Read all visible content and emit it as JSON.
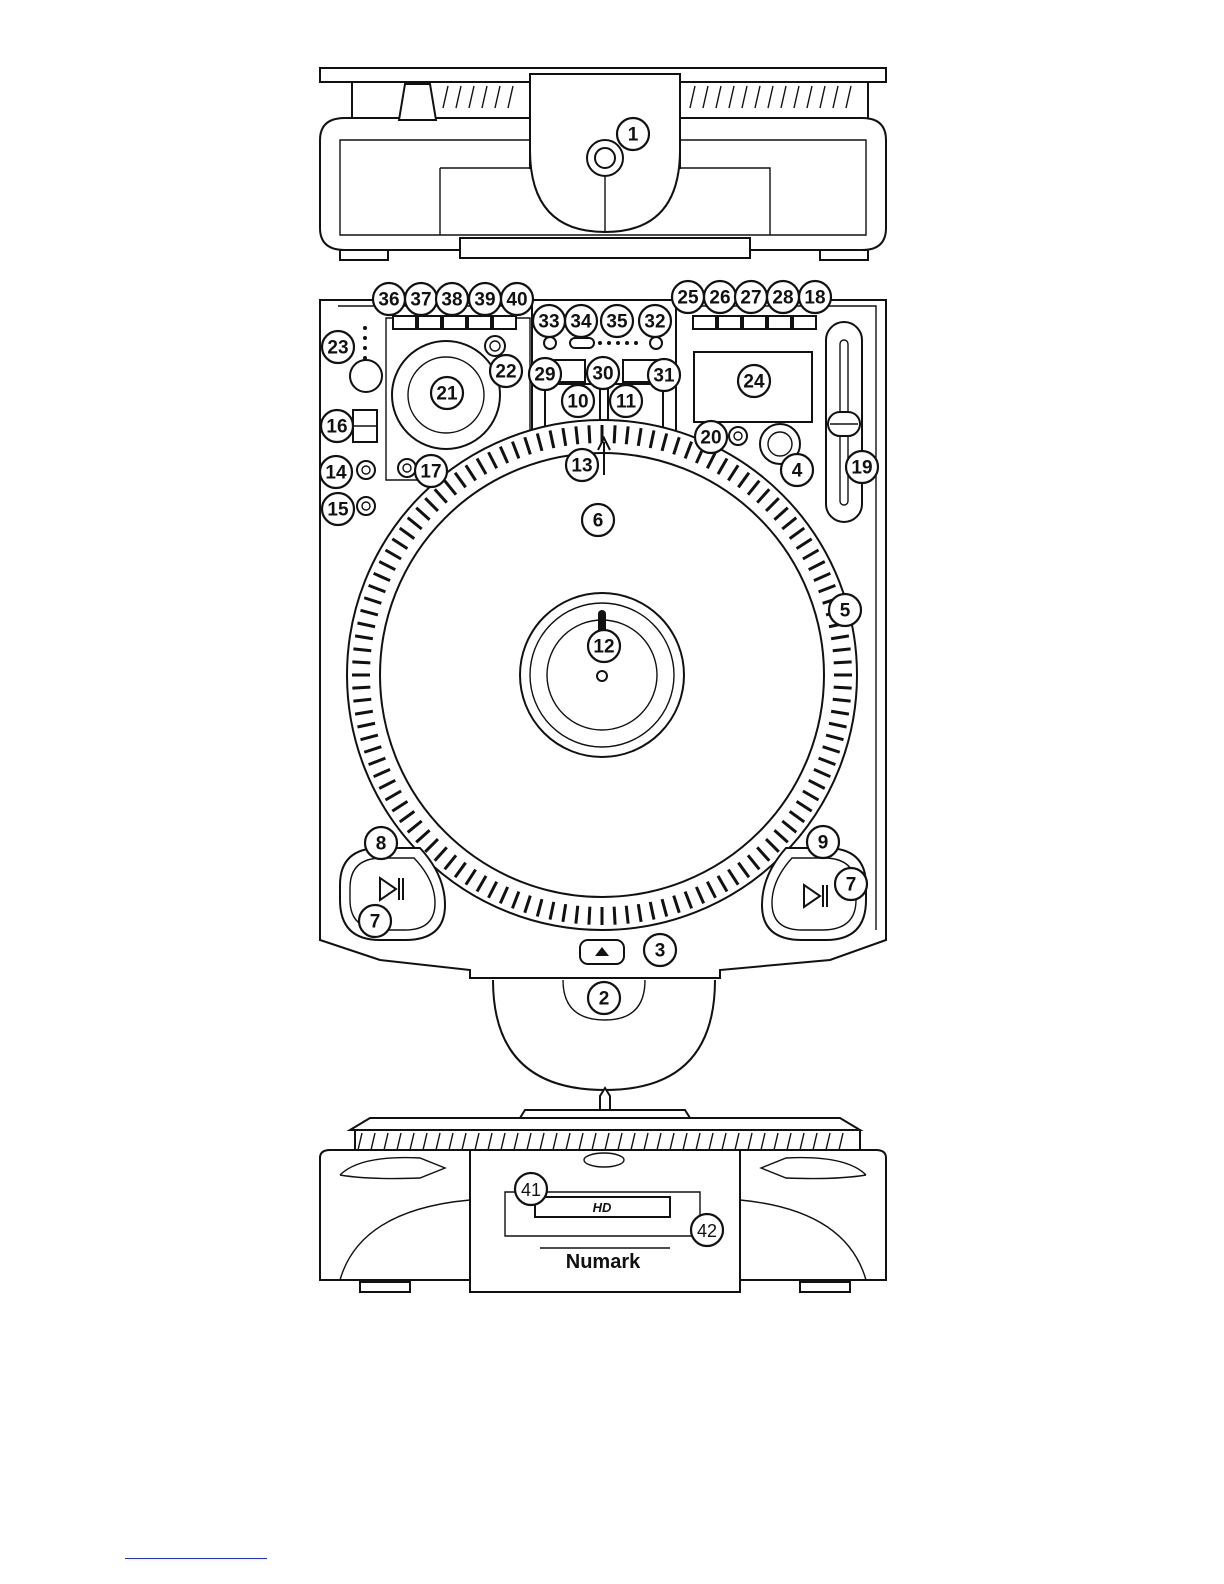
{
  "diagram": {
    "callouts": [
      {
        "id": "1",
        "label": "1"
      },
      {
        "id": "2",
        "label": "2"
      },
      {
        "id": "3",
        "label": "3"
      },
      {
        "id": "4",
        "label": "4"
      },
      {
        "id": "5",
        "label": "5"
      },
      {
        "id": "6",
        "label": "6"
      },
      {
        "id": "7a",
        "label": "7"
      },
      {
        "id": "7b",
        "label": "7"
      },
      {
        "id": "8",
        "label": "8"
      },
      {
        "id": "9",
        "label": "9"
      },
      {
        "id": "10",
        "label": "10"
      },
      {
        "id": "11",
        "label": "11"
      },
      {
        "id": "12",
        "label": "12"
      },
      {
        "id": "13",
        "label": "13"
      },
      {
        "id": "14",
        "label": "14"
      },
      {
        "id": "15",
        "label": "15"
      },
      {
        "id": "16",
        "label": "16"
      },
      {
        "id": "17",
        "label": "17"
      },
      {
        "id": "18",
        "label": "18"
      },
      {
        "id": "19",
        "label": "19"
      },
      {
        "id": "20",
        "label": "20"
      },
      {
        "id": "21",
        "label": "21"
      },
      {
        "id": "22",
        "label": "22"
      },
      {
        "id": "23",
        "label": "23"
      },
      {
        "id": "24",
        "label": "24"
      },
      {
        "id": "25",
        "label": "25"
      },
      {
        "id": "26",
        "label": "26"
      },
      {
        "id": "27",
        "label": "27"
      },
      {
        "id": "28",
        "label": "28"
      },
      {
        "id": "29",
        "label": "29"
      },
      {
        "id": "30",
        "label": "30"
      },
      {
        "id": "31",
        "label": "31"
      },
      {
        "id": "32",
        "label": "32"
      },
      {
        "id": "33",
        "label": "33"
      },
      {
        "id": "34",
        "label": "34"
      },
      {
        "id": "35",
        "label": "35"
      },
      {
        "id": "36",
        "label": "36"
      },
      {
        "id": "37",
        "label": "37"
      },
      {
        "id": "38",
        "label": "38"
      },
      {
        "id": "39",
        "label": "39"
      },
      {
        "id": "40",
        "label": "40"
      },
      {
        "id": "41",
        "label": "41"
      },
      {
        "id": "42",
        "label": "42"
      }
    ],
    "hd_badge": "HD",
    "brand": "Numark"
  }
}
